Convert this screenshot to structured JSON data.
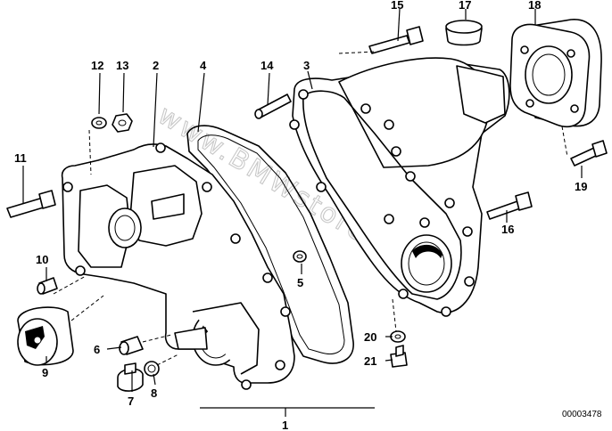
{
  "diagram": {
    "watermark": "www.BMWstore.ru",
    "drawing_code": "00003478",
    "callouts": [
      "1",
      "2",
      "3",
      "4",
      "5",
      "6",
      "7",
      "8",
      "9",
      "10",
      "11",
      "12",
      "13",
      "14",
      "15",
      "16",
      "17",
      "18",
      "19",
      "20",
      "21"
    ]
  }
}
